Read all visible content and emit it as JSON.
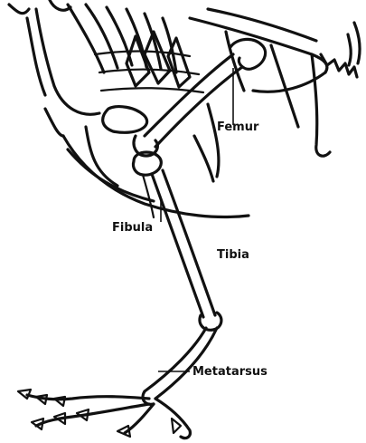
{
  "labels": {
    "femur": "Femur",
    "fibula": "Fibula",
    "tibia": "Tibia",
    "metatarsus": "Metatarsus"
  },
  "colors": {
    "ink": "#111111",
    "background": "#ffffff"
  }
}
